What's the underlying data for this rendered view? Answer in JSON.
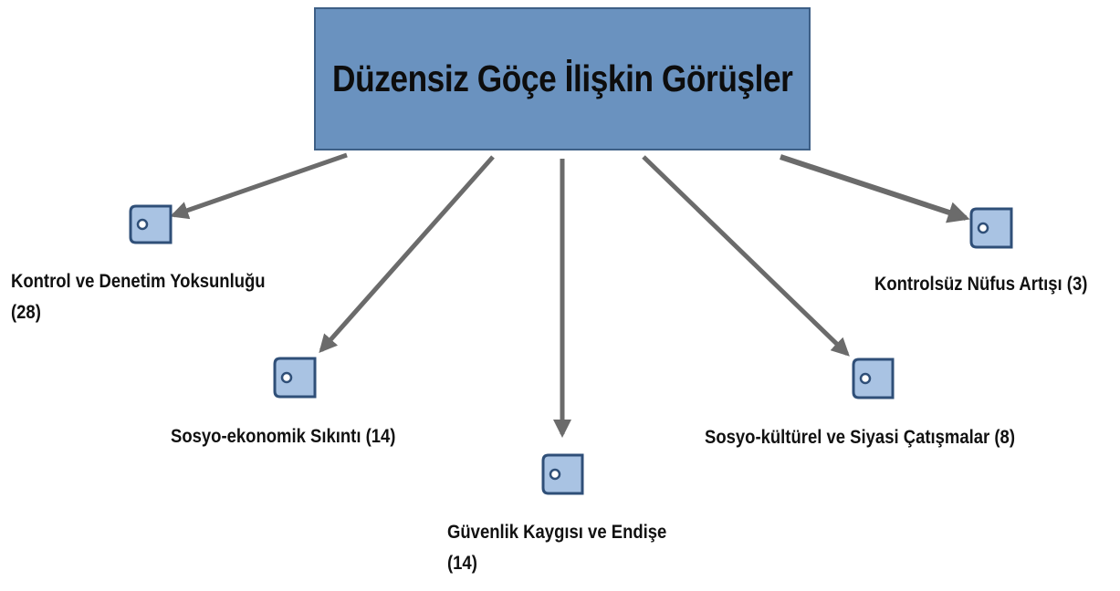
{
  "root": {
    "title": "Düzensiz Göçe İlişkin Görüşler"
  },
  "nodes": [
    {
      "id": "kontrol",
      "label_line1": "Kontrol ve Denetim Yoksunluğu",
      "label_line2": "(28)"
    },
    {
      "id": "sosyo-ekonomik",
      "label_line1": "Sosyo-ekonomik Sıkıntı (14)",
      "label_line2": ""
    },
    {
      "id": "guvenlik",
      "label_line1": "Güvenlik Kaygısı ve Endişe",
      "label_line2": "(14)"
    },
    {
      "id": "sosyo-kulturel",
      "label_line1": "Sosyo-kültürel ve Siyasi Çatışmalar (8)",
      "label_line2": ""
    },
    {
      "id": "nufus",
      "label_line1": "Kontrolsüz Nüfus Artışı (3)",
      "label_line2": ""
    }
  ],
  "colors": {
    "root_fill": "#6a92bf",
    "root_border": "#3d5f86",
    "arrow": "#6b6b6b",
    "code_icon_fill": "#a9c3e3",
    "code_icon_stroke": "#2f4f78"
  },
  "icons": {
    "code": "code-tag-icon"
  }
}
